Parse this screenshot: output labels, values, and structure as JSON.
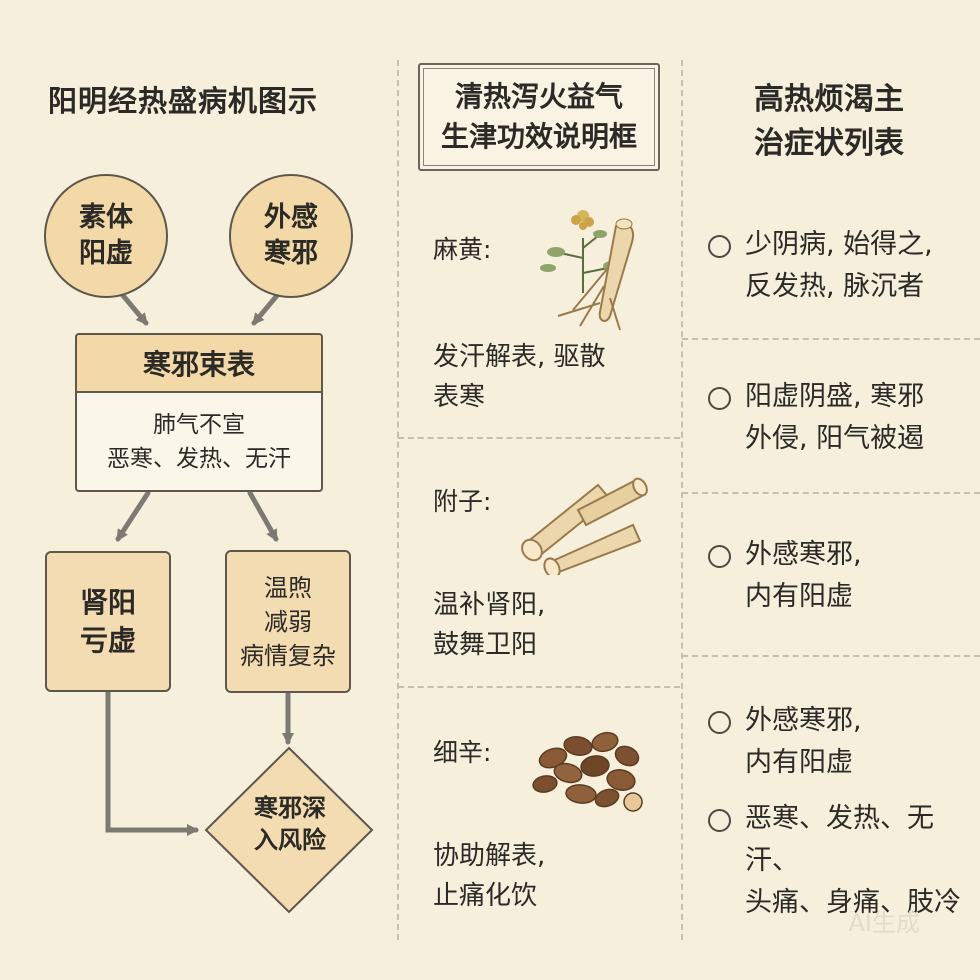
{
  "left_column": {
    "title": "阳明经热盛病机图示",
    "circle1": "素体\n阳虚",
    "circle2": "外感\n寒邪",
    "box_header": "寒邪束表",
    "box_body": "肺气不宣\n恶寒、发热、无汗",
    "box_left": "肾阳\n亏虚",
    "box_right": "温煦\n减弱\n病情复杂",
    "diamond": "寒邪深\n入风险"
  },
  "middle_column": {
    "title": "清热泻火益气\n生津功效说明框",
    "herbs": [
      {
        "name": "麻黄:",
        "desc": "发汗解表, 驱散\n表寒",
        "icon": "ephedra-root-icon"
      },
      {
        "name": "附子:",
        "desc": "温补肾阳,\n鼓舞卫阳",
        "icon": "aconite-root-slices-icon"
      },
      {
        "name": "细辛:",
        "desc": "协助解表,\n止痛化饮",
        "icon": "seeds-pile-icon"
      }
    ]
  },
  "right_column": {
    "title": "高热烦渴主\n治症状列表",
    "items": [
      "少阴病, 始得之,\n反发热, 脉沉者",
      "阳虚阴盛, 寒邪\n外侵, 阳气被遏",
      "外感寒邪,\n内有阳虚",
      "外感寒邪,\n内有阳虚",
      "恶寒、发热、无汗、\n头痛、身痛、肢冷"
    ]
  },
  "watermark": "AI生成",
  "colors": {
    "background": "#f5efdc",
    "node_fill": "#f3d9a8",
    "border": "#5d574c",
    "arrow": "#7d7a73"
  }
}
